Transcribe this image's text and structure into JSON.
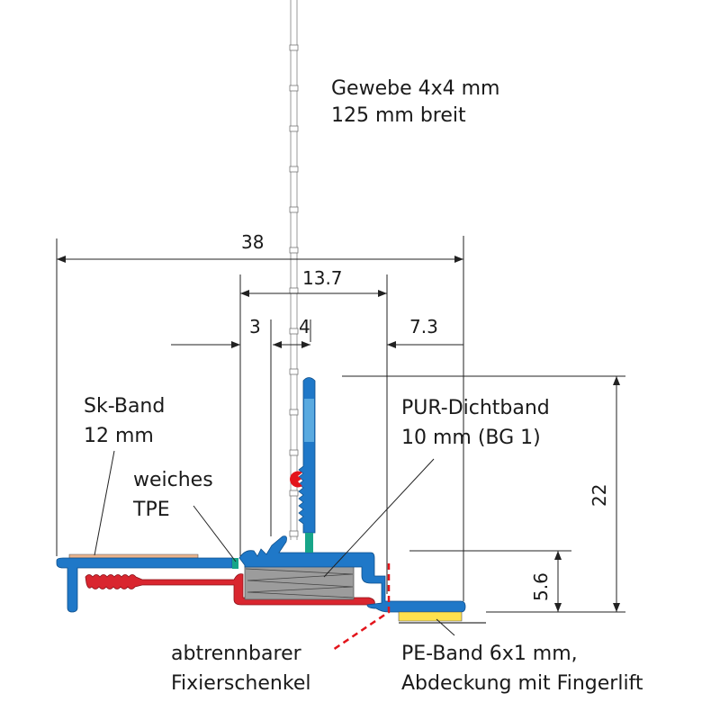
{
  "labels": {
    "gewebe_1": "Gewebe 4x4 mm",
    "gewebe_2": "125 mm breit",
    "skband_1": "Sk-Band",
    "skband_2": "12 mm",
    "tpe_1": "weiches",
    "tpe_2": "TPE",
    "pur_1": "PUR-Dichtband",
    "pur_2": "10 mm (BG 1)",
    "fix_1": "abtrennbarer",
    "fix_2": "Fixierschenkel",
    "pe_1": "PE-Band 6x1 mm,",
    "pe_2": "Abdeckung mit Fingerlift"
  },
  "dimensions": {
    "overall": "38",
    "inner": "13.7",
    "left": "3",
    "mid": "4",
    "right": "7.3",
    "height": "22",
    "step": "5.6"
  },
  "colors": {
    "profile": "#1f78c8",
    "profile_light": "#5aaae0",
    "seal_red": "#d9262f",
    "pur_grey": "#9c9c9c",
    "tpe_green": "#17a589",
    "pe_yellow": "#ffe14d",
    "skband": "#eab48e"
  }
}
